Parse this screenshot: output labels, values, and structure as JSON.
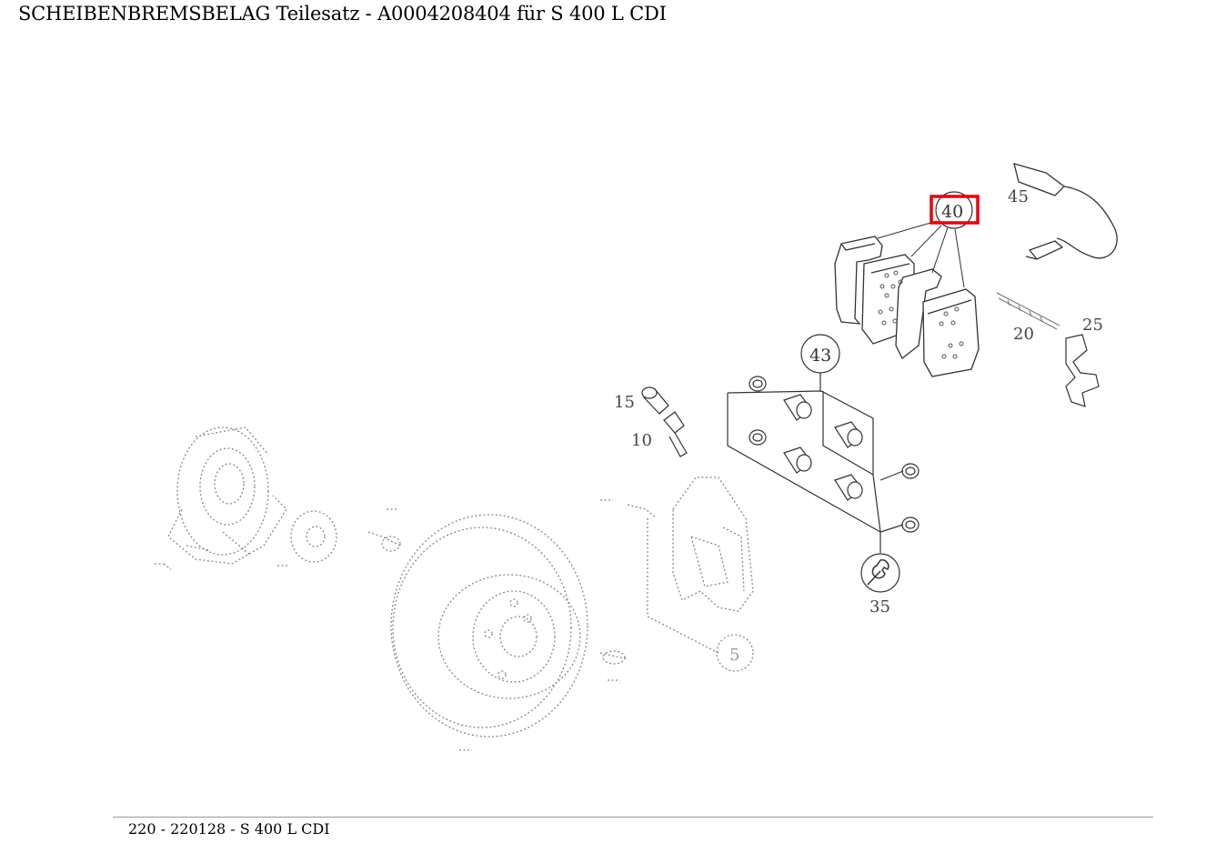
{
  "title": "SCHEIBENBREMSBELAG Teilesatz - A0004208404 für S 400 L CDI",
  "footer": "220 - 220128 - S 400 L CDI",
  "highlight_color": "#e8000b",
  "labels": {
    "p45": "45",
    "p40": "40",
    "p43": "43",
    "p20": "20",
    "p25": "25",
    "p15": "15",
    "p10": "10",
    "p35": "35",
    "p5": "5"
  }
}
